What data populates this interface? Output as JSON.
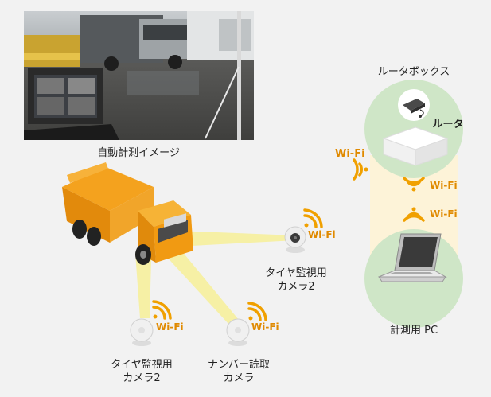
{
  "photo_caption": "自動計測イメージ",
  "router_box_title": "ルータボックス",
  "router_label": "ルータ",
  "pc_label": "計測用 PC",
  "wifi_label": "Wi-Fi",
  "cameras": [
    {
      "line1": "タイヤ監視用",
      "line2": "カメラ2"
    },
    {
      "line1": "タイヤ監視用",
      "line2": "カメラ2"
    },
    {
      "line1": "ナンバー読取",
      "line2": "カメラ"
    }
  ],
  "colors": {
    "wifi_orange": "#f0a000",
    "green_bg": "#cfe6c7",
    "beam_yellow": "#f6ef9c",
    "truck_orange": "#f4a21e"
  }
}
